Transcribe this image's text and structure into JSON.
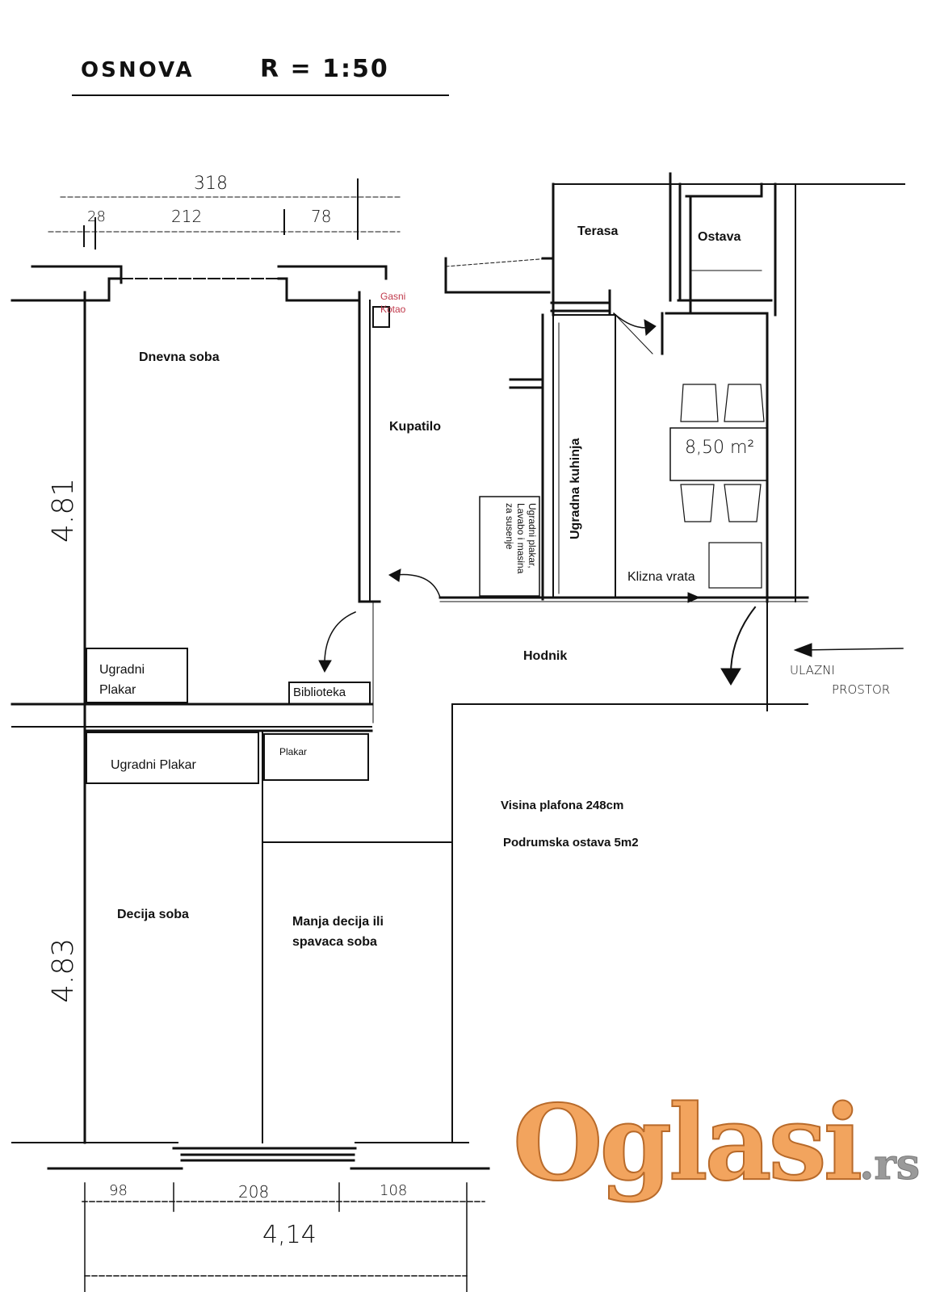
{
  "title": {
    "label": "OSNOVA",
    "scale": "R = 1:50"
  },
  "dimensions": {
    "top_total": "318",
    "top_parts": [
      "28",
      "212",
      "78"
    ],
    "left_upper": "4.81",
    "left_lower": "4.83",
    "bottom_parts": [
      "98",
      "208",
      "108"
    ],
    "bottom_total": "4,14"
  },
  "rooms": {
    "dnevna": "Dnevna soba",
    "kupatilo": "Kupatilo",
    "terasa": "Terasa",
    "ostava": "Ostava",
    "kuhinja": "Ugradna kuhinja",
    "hodnik": "Hodnik",
    "decija": "Decija soba",
    "manja_line1": "Manja decija ili",
    "manja_line2": "spavaca soba"
  },
  "fixtures": {
    "gasni_line1": "Gasni",
    "gasni_line2": "Kotao",
    "plakar_top_line1": "Ugradni",
    "plakar_top_line2": "Plakar",
    "biblioteka": "Biblioteka",
    "plakar_lower": "Ugradni Plakar",
    "plakar_small": "Plakar",
    "bath_cabinet_line1": "Ugradni plakar,",
    "bath_cabinet_line2": "Lavabo i masina",
    "bath_cabinet_line3": "za susenje",
    "kitchen_area": "8,50 m²",
    "sliding_door": "Klizna vrata"
  },
  "entrance": {
    "line1": "ULAZNI",
    "line2": "PROSTOR"
  },
  "notes": {
    "ceiling": "Visina plafona 248cm",
    "basement": "Podrumska ostava 5m2"
  },
  "watermark": {
    "brand": "Oglasi",
    "tld": ".rs"
  },
  "colors": {
    "boiler_text": "#c0394b",
    "logo_orange": "#f2a45e",
    "logo_gray": "#9a9a9a"
  }
}
